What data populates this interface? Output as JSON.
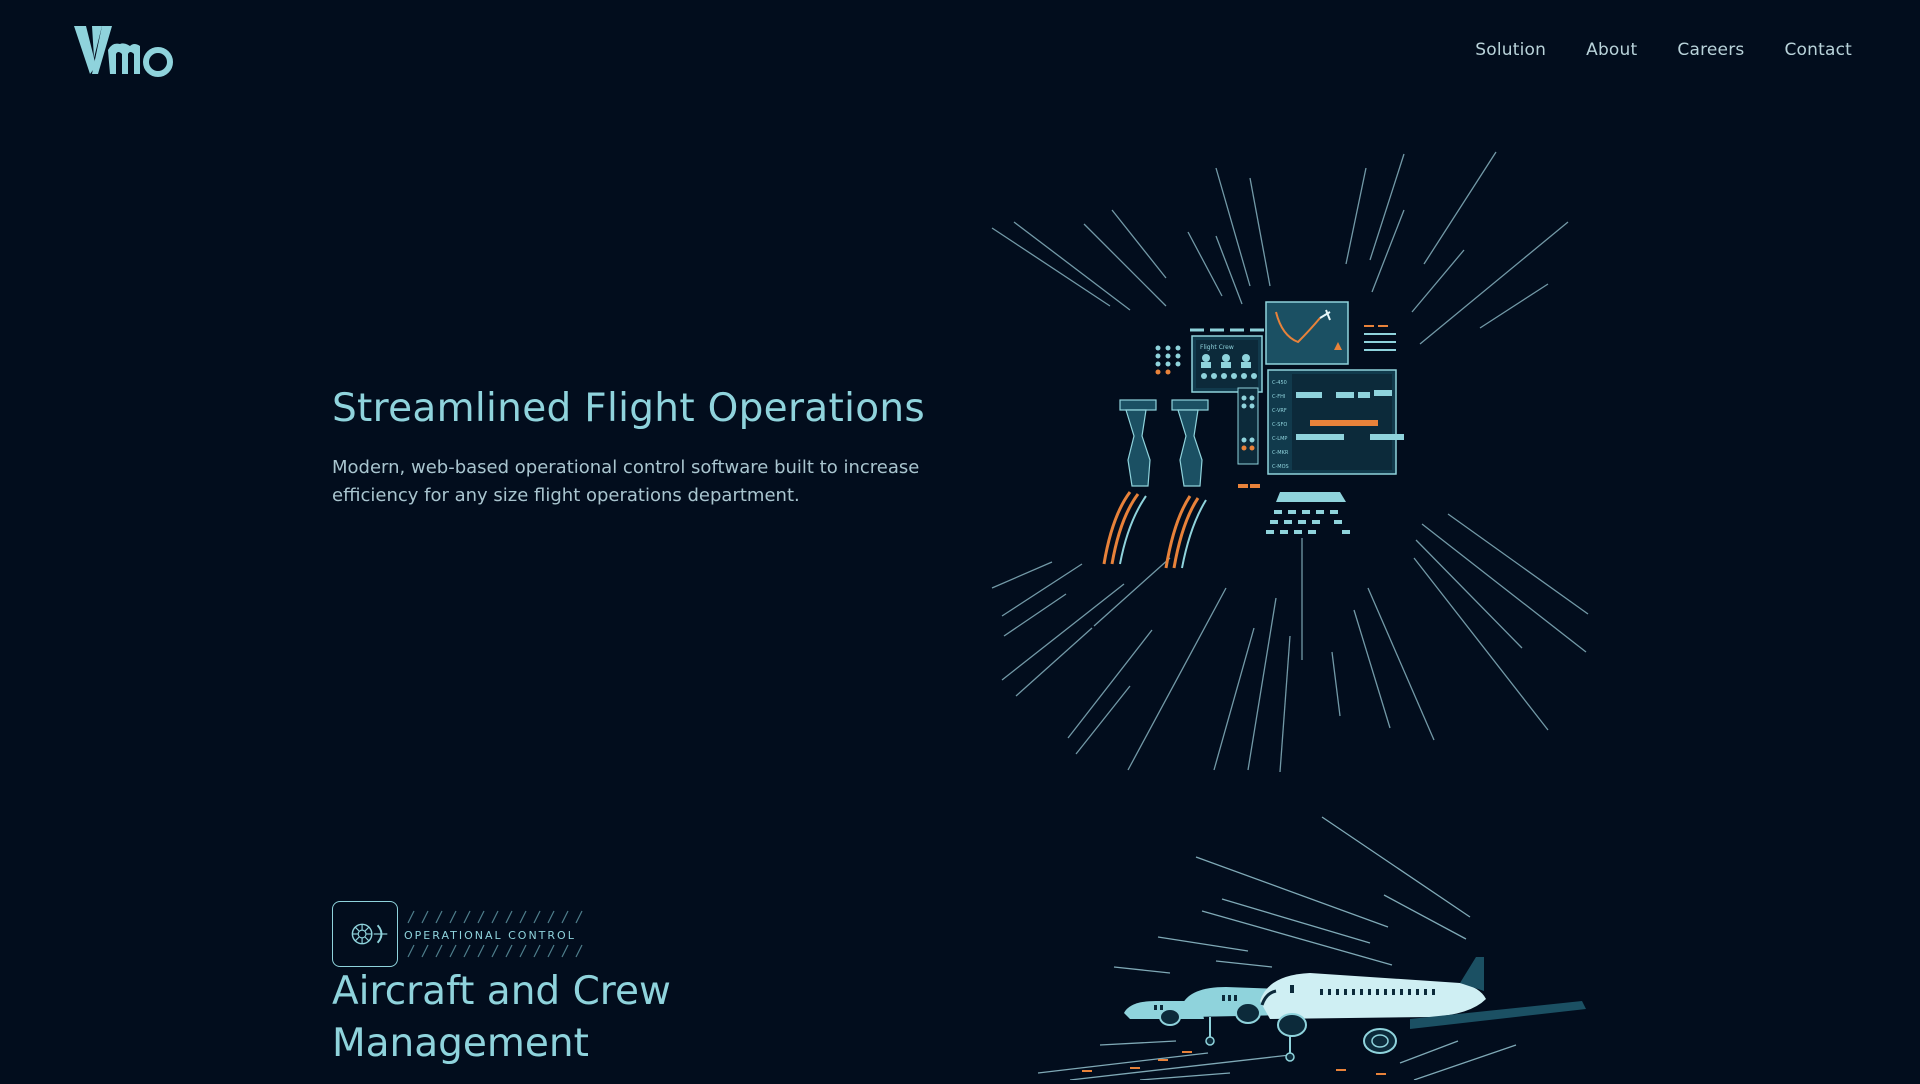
{
  "brand": {
    "logo_text": "Vmo",
    "logo_icon": "vmo-logo"
  },
  "nav": {
    "items": [
      {
        "label": "Solution"
      },
      {
        "label": "About"
      },
      {
        "label": "Careers"
      },
      {
        "label": "Contact"
      }
    ]
  },
  "hero": {
    "title": "Streamlined Flight Operations",
    "subtitle": "Modern, web-based operational control software built to increase efficiency for any size flight operations department.",
    "illustration": "cockpit-flight-deck-illustration"
  },
  "section": {
    "badge_icon": "turbine-engine-icon",
    "badge_label": "OPERATIONAL CONTROL",
    "title": "Aircraft and Crew Management",
    "illustration": "aircraft-fleet-illustration"
  },
  "colors": {
    "background": "#020d1d",
    "accent": "#8fd3dc",
    "text_muted": "#a9c5cf",
    "highlight": "#e8823a"
  }
}
